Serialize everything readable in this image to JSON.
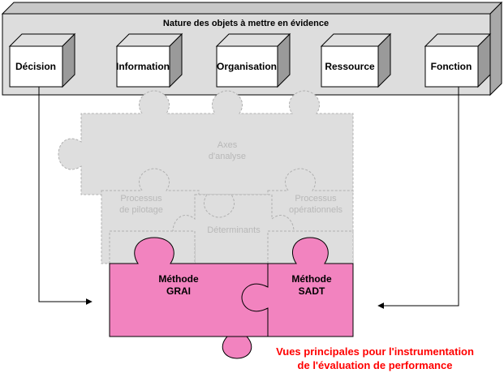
{
  "header": {
    "title": "Nature des objets à mettre en évidence"
  },
  "objects": [
    {
      "label": "Décision"
    },
    {
      "label": "Information"
    },
    {
      "label": "Organisation"
    },
    {
      "label": "Ressource"
    },
    {
      "label": "Fonction"
    }
  ],
  "puzzle": {
    "axes": [
      "Axes",
      "d'analyse"
    ],
    "pilotage": [
      "Processus",
      "de pilotage"
    ],
    "operationnels": [
      "Processus",
      "opérationnels"
    ],
    "determinants": "Déterminants",
    "grai": [
      "Méthode",
      "GRAI"
    ],
    "sadt": [
      "Méthode",
      "SADT"
    ]
  },
  "caption": [
    "Vues principales pour l'instrumentation",
    "de l'évaluation de performance"
  ],
  "colors": {
    "header_fill": "#dddddd",
    "box_face": "#ffffff",
    "box_top": "#e0e0e0",
    "box_side": "#9a9a9a",
    "grey_piece": "#dedede",
    "pink_piece": "#f283bf",
    "caption": "#ff0000"
  }
}
